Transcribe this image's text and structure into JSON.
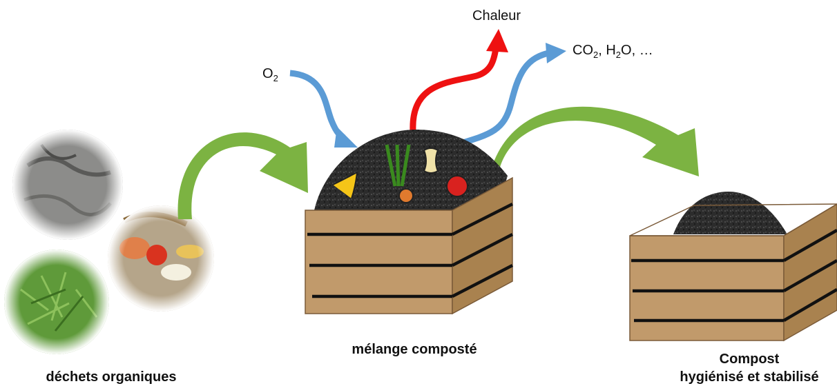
{
  "labels": {
    "heat": "Chaleur",
    "o2_main": "O",
    "o2_sub": "2",
    "gas_co": "CO",
    "gas_co_sub": "2",
    "gas_sep1": ", H",
    "gas_h_sub": "2",
    "gas_rest": "O, …",
    "mix": "mélange composté",
    "waste": "déchets organiques",
    "compost_line1": "Compost",
    "compost_line2": "hygiénisé et stabilisé"
  },
  "colors": {
    "green_arrow": "#7cb342",
    "blue_arrow": "#5b9bd5",
    "red_arrow": "#ee1111",
    "crate_wood": "#c19a6b",
    "crate_stripe": "#111111",
    "compost_pile": "#2f2f2f"
  }
}
